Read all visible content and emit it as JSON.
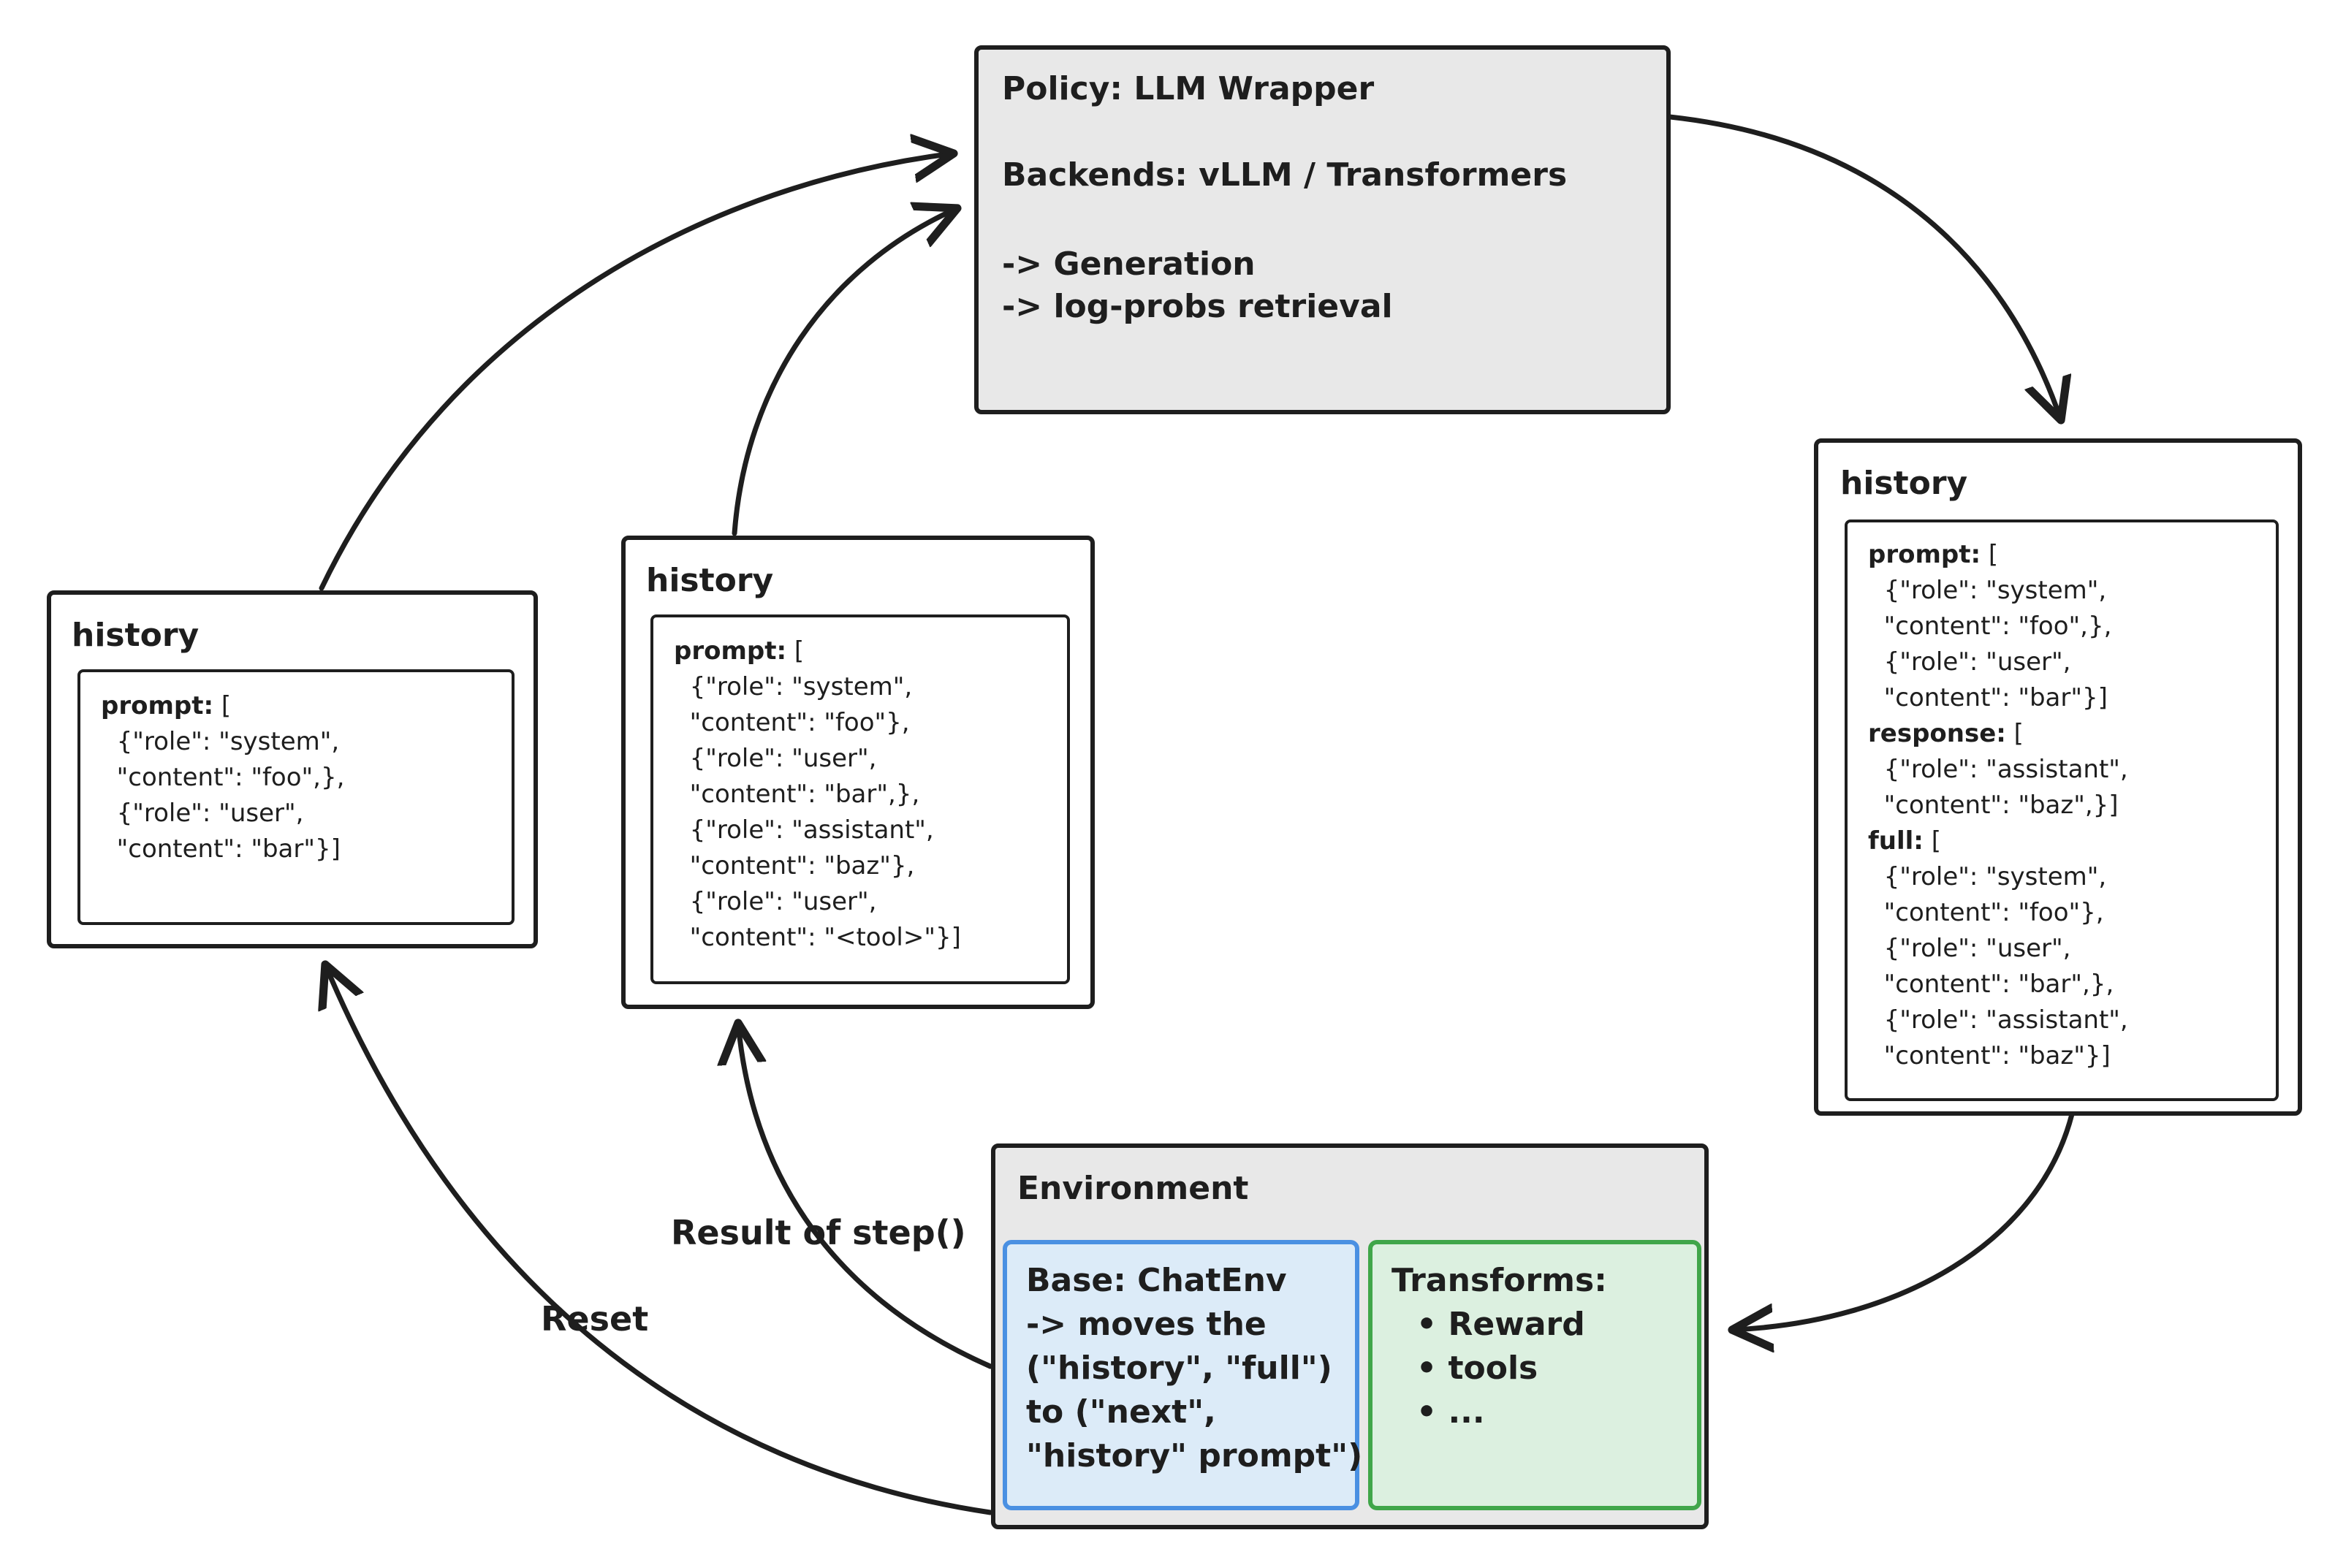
{
  "policy": {
    "title": "Policy: LLM Wrapper",
    "backends": "Backends: vLLM / Transformers",
    "generation": "-> Generation",
    "logprobs": "-> log-probs retrieval"
  },
  "history_left": {
    "title": "history",
    "lines": [
      {
        "k": "prompt:",
        "v": " ["
      },
      {
        "k": "",
        "v": "  {\"role\": \"system\","
      },
      {
        "k": "",
        "v": "  \"content\": \"foo\",},"
      },
      {
        "k": "",
        "v": "  {\"role\": \"user\","
      },
      {
        "k": "",
        "v": "  \"content\": \"bar\"}]"
      }
    ]
  },
  "history_middle": {
    "title": "history",
    "lines": [
      {
        "k": "prompt:",
        "v": " ["
      },
      {
        "k": "",
        "v": "  {\"role\": \"system\","
      },
      {
        "k": "",
        "v": "  \"content\": \"foo\"},"
      },
      {
        "k": "",
        "v": "  {\"role\": \"user\","
      },
      {
        "k": "",
        "v": "  \"content\": \"bar\",},"
      },
      {
        "k": "",
        "v": "  {\"role\": \"assistant\","
      },
      {
        "k": "",
        "v": "  \"content\": \"baz\"},"
      },
      {
        "k": "",
        "v": "  {\"role\": \"user\","
      },
      {
        "k": "",
        "v": "  \"content\": \"<tool>\"}]"
      }
    ]
  },
  "history_right": {
    "title": "history",
    "lines": [
      {
        "k": "prompt:",
        "v": " ["
      },
      {
        "k": "",
        "v": "  {\"role\": \"system\","
      },
      {
        "k": "",
        "v": "  \"content\": \"foo\",},"
      },
      {
        "k": "",
        "v": "  {\"role\": \"user\","
      },
      {
        "k": "",
        "v": "  \"content\": \"bar\"}]"
      },
      {
        "k": "response:",
        "v": " ["
      },
      {
        "k": "",
        "v": "  {\"role\": \"assistant\","
      },
      {
        "k": "",
        "v": "  \"content\": \"baz\",}]"
      },
      {
        "k": "full:",
        "v": " ["
      },
      {
        "k": "",
        "v": "  {\"role\": \"system\","
      },
      {
        "k": "",
        "v": "  \"content\": \"foo\"},"
      },
      {
        "k": "",
        "v": "  {\"role\": \"user\","
      },
      {
        "k": "",
        "v": "  \"content\": \"bar\",},"
      },
      {
        "k": "",
        "v": "  {\"role\": \"assistant\","
      },
      {
        "k": "",
        "v": "  \"content\": \"baz\"}]"
      }
    ]
  },
  "environment": {
    "title": "Environment",
    "base_lines": [
      "Base: ChatEnv",
      "-> moves the",
      "(\"history\", \"full\")",
      "to (\"next\",",
      "\"history\" prompt\")"
    ],
    "transforms_title": "Transforms:",
    "transforms_items": [
      "Reward",
      "tools",
      "..."
    ],
    "base_color": "#4a90e2",
    "base_fill": "#dcebf8",
    "transforms_color": "#40a64a",
    "transforms_fill": "#dcf0e0"
  },
  "edges": {
    "step_label": "Result of step()",
    "reset_label": "Reset"
  }
}
